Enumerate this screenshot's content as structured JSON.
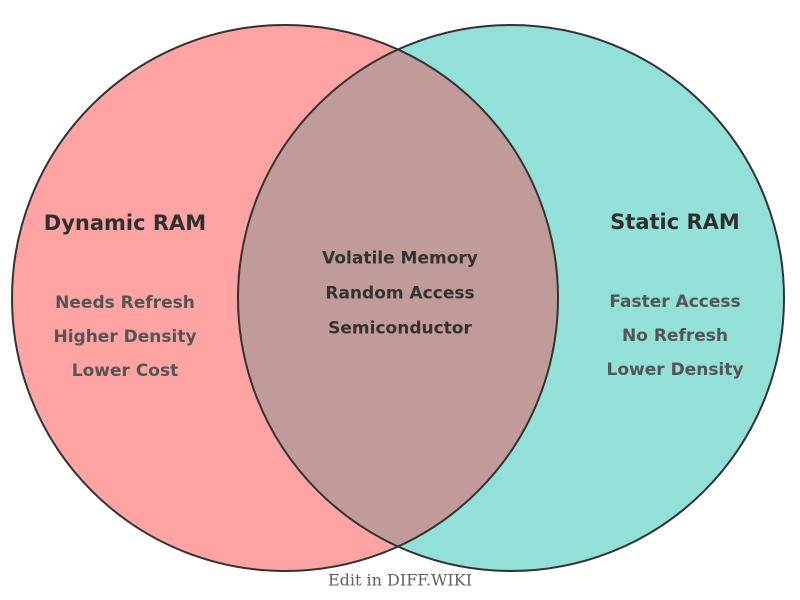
{
  "diagram": {
    "left": {
      "title": "Dynamic RAM",
      "items": [
        "Needs Refresh",
        "Higher Density",
        "Lower Cost"
      ]
    },
    "right": {
      "title": "Static RAM",
      "items": [
        "Faster Access",
        "No Refresh",
        "Lower Density"
      ]
    },
    "overlap": {
      "items": [
        "Volatile Memory",
        "Random Access",
        "Semiconductor"
      ]
    },
    "footer": "Edit in DIFF.WIKI",
    "colors": {
      "left_fill": "#FFA3A3",
      "right_fill": "#92E0D8",
      "overlap_fill": "#C19B99",
      "outline": "#333333"
    }
  }
}
